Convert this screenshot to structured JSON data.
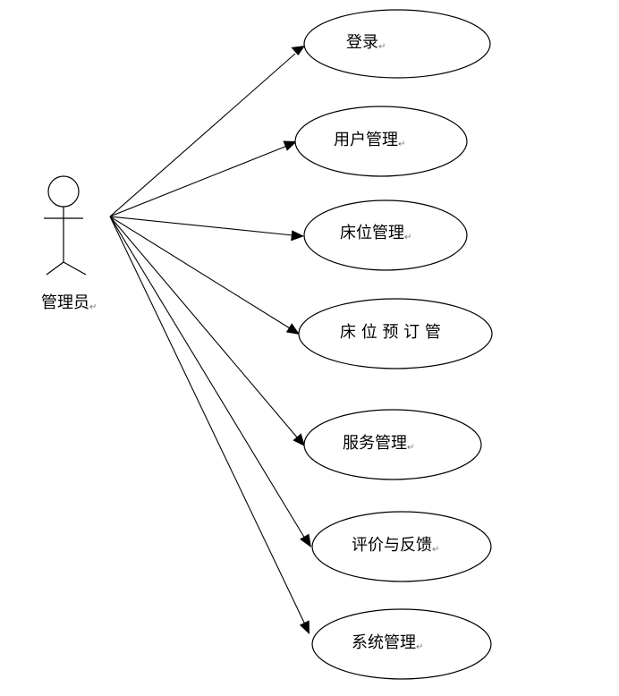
{
  "actor": {
    "label": "管理员",
    "para_mark": "↵"
  },
  "use_cases": [
    {
      "label": "登录",
      "para_mark": "↵"
    },
    {
      "label": "用户管理",
      "para_mark": "↵"
    },
    {
      "label": "床位管理",
      "para_mark": "↵"
    },
    {
      "label": "床 位 预 订 管",
      "para_mark": ""
    },
    {
      "label": "服务管理",
      "para_mark": "↵"
    },
    {
      "label": "评价与反馈",
      "para_mark": "↵"
    },
    {
      "label": "系统管理",
      "para_mark": "↵"
    }
  ]
}
